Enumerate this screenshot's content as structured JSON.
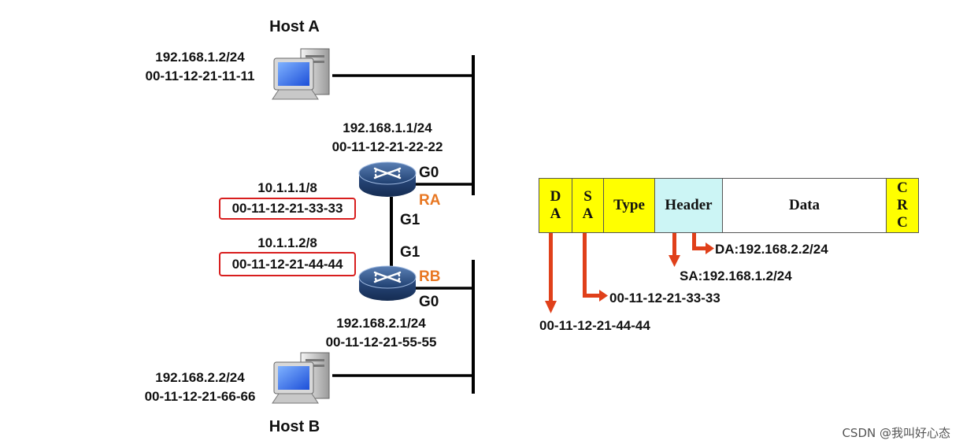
{
  "hosts": {
    "a": {
      "title": "Host A",
      "ip": "192.168.1.2/24",
      "mac": "00-11-12-21-11-11"
    },
    "b": {
      "title": "Host B",
      "ip": "192.168.2.2/24",
      "mac": "00-11-12-21-66-66"
    }
  },
  "routers": {
    "ra": {
      "name": "RA",
      "g0_label": "G0",
      "g1_label": "G1",
      "g0_ip": "192.168.1.1/24",
      "g0_mac": "00-11-12-21-22-22",
      "g1_ip": "10.1.1.1/8",
      "g1_mac": "00-11-12-21-33-33"
    },
    "rb": {
      "name": "RB",
      "g0_label": "G0",
      "g1_label": "G1",
      "g0_ip": "192.168.2.1/24",
      "g0_mac": "00-11-12-21-55-55",
      "g1_ip": "10.1.1.2/8",
      "g1_mac": "00-11-12-21-44-44"
    }
  },
  "frame": {
    "fields": {
      "da": [
        "D",
        "A"
      ],
      "sa": [
        "S",
        "A"
      ],
      "type": "Type",
      "header": "Header",
      "data": "Data",
      "crc": [
        "C",
        "R",
        "C"
      ]
    },
    "annotations": {
      "da_mac": "00-11-12-21-44-44",
      "sa_mac": "00-11-12-21-33-33",
      "header_sa": "SA:192.168.1.2/24",
      "header_da": "DA:192.168.2.2/24"
    }
  },
  "watermark": "CSDN @我叫好心态",
  "colors": {
    "mac_field_fill": "#ffff00",
    "header_fill": "#ccf5f5",
    "arrow": "#e0401a",
    "highlight_box": "#d81e1e",
    "router_label": "#e87722"
  }
}
